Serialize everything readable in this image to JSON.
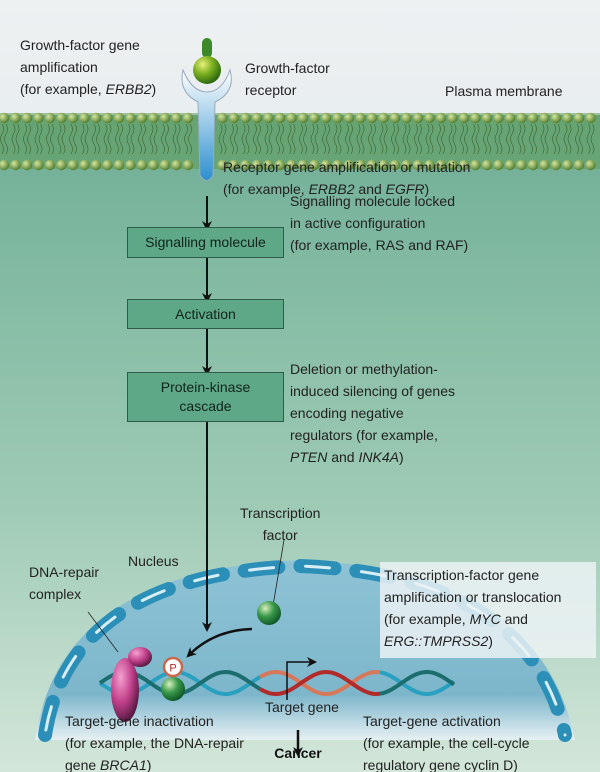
{
  "colors": {
    "background_top": "#dfe6ea",
    "cytoplasm": "#7db79f",
    "membrane": "#4d8a4a",
    "box_fill": "#5ea887",
    "nucleus_fill": "#8ec3d5",
    "nuclear_envelope": "#2b8fb8",
    "dna_blue": "#2aa0c0",
    "dna_teal": "#1c6e6e",
    "target_gene_red": "#b32a2a",
    "dna_repair_complex": "#c0408a",
    "transcription_factor": "#2e8a4a"
  },
  "boxes": {
    "signalling_molecule": "Signalling molecule",
    "activation": "Activation",
    "protein_kinase_1": "Protein-kinase",
    "protein_kinase_2": "cascade"
  },
  "phospho_label": "P",
  "cancer": "Cancer",
  "labels": [
    {
      "id": "growth-factor-gene-amplification",
      "lines": [
        [
          {
            "t": "Growth-factor gene"
          }
        ],
        [
          {
            "t": "amplification"
          }
        ],
        [
          {
            "t": "(for example, "
          },
          {
            "t": "ERBB2",
            "i": true
          },
          {
            "t": ")"
          }
        ]
      ]
    },
    {
      "id": "growth-factor-receptor",
      "lines": [
        [
          {
            "t": "Growth-factor"
          }
        ],
        [
          {
            "t": "receptor"
          }
        ]
      ]
    },
    {
      "id": "plasma-membrane",
      "lines": [
        [
          {
            "t": "Plasma membrane"
          }
        ]
      ]
    },
    {
      "id": "receptor-gene-amplification",
      "lines": [
        [
          {
            "t": "Receptor gene amplification or mutation"
          }
        ],
        [
          {
            "t": "(for example, "
          },
          {
            "t": "ERBB2",
            "i": true
          },
          {
            "t": " and "
          },
          {
            "t": "EGFR",
            "i": true
          },
          {
            "t": ")"
          }
        ]
      ]
    },
    {
      "id": "signalling-molecule-locked",
      "lines": [
        [
          {
            "t": "Signalling molecule locked"
          }
        ],
        [
          {
            "t": "in active configuration"
          }
        ],
        [
          {
            "t": "(for example, RAS and RAF)"
          }
        ]
      ]
    },
    {
      "id": "deletion-methylation",
      "lines": [
        [
          {
            "t": "Deletion or methylation-"
          }
        ],
        [
          {
            "t": "induced silencing of genes"
          }
        ],
        [
          {
            "t": "encoding negative"
          }
        ],
        [
          {
            "t": "regulators (for example,"
          }
        ],
        [
          {
            "t": "PTEN",
            "i": true
          },
          {
            "t": " and "
          },
          {
            "t": "INK4A",
            "i": true
          },
          {
            "t": ")"
          }
        ]
      ]
    },
    {
      "id": "transcription-factor",
      "lines": [
        [
          {
            "t": "Transcription"
          }
        ],
        [
          {
            "t": "factor"
          }
        ]
      ]
    },
    {
      "id": "nucleus",
      "lines": [
        [
          {
            "t": "Nucleus"
          }
        ]
      ]
    },
    {
      "id": "dna-repair-complex",
      "lines": [
        [
          {
            "t": "DNA-repair"
          }
        ],
        [
          {
            "t": "complex"
          }
        ]
      ]
    },
    {
      "id": "transcription-factor-gene-amplification",
      "lines": [
        [
          {
            "t": "Transcription-factor gene"
          }
        ],
        [
          {
            "t": "amplification or translocation"
          }
        ],
        [
          {
            "t": "(for example, "
          },
          {
            "t": "MYC",
            "i": true
          },
          {
            "t": " and"
          }
        ],
        [
          {
            "t": " "
          },
          {
            "t": "ERG::TMPRSS2",
            "i": true
          },
          {
            "t": ")"
          }
        ]
      ]
    },
    {
      "id": "target-gene",
      "lines": [
        [
          {
            "t": "Target gene"
          }
        ]
      ]
    },
    {
      "id": "target-gene-inactivation",
      "lines": [
        [
          {
            "t": "Target-gene inactivation"
          }
        ],
        [
          {
            "t": "(for example, the DNA-repair"
          }
        ],
        [
          {
            "t": "gene "
          },
          {
            "t": "BRCA1",
            "i": true
          },
          {
            "t": ")"
          }
        ]
      ]
    },
    {
      "id": "target-gene-activation",
      "lines": [
        [
          {
            "t": "Target-gene activation"
          }
        ],
        [
          {
            "t": "(for example, the cell-cycle"
          }
        ],
        [
          {
            "t": "regulatory gene cyclin D)"
          }
        ]
      ]
    }
  ]
}
